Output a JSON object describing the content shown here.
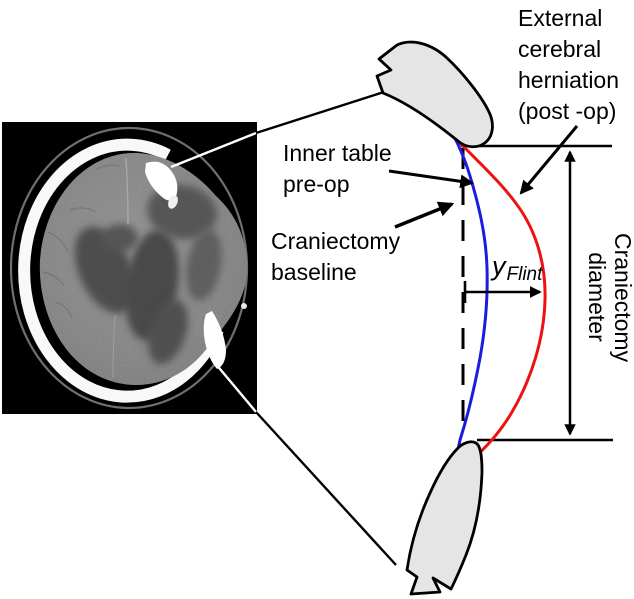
{
  "figure": {
    "labels": {
      "external_herniation": "External\ncerebral\nherniation\n(post -op)",
      "inner_table": "Inner table\npre-op",
      "craniectomy_baseline": "Craniectomy\nbaseline",
      "y_flint": {
        "symbol": "y",
        "subscript": "Flint"
      },
      "craniectomy_diameter": "Craniectomy\ndiameter"
    },
    "colors": {
      "preop_inner_table_curve": "#1c1cdf",
      "postop_herniation_curve": "#ee1111",
      "bone_fill": "#e5e5e5",
      "annotation": "#000000"
    },
    "ct_scan": {
      "alt": "Axial head CT slice showing a right-sided decompressive craniectomy with brain bulging through the skull defect"
    }
  }
}
